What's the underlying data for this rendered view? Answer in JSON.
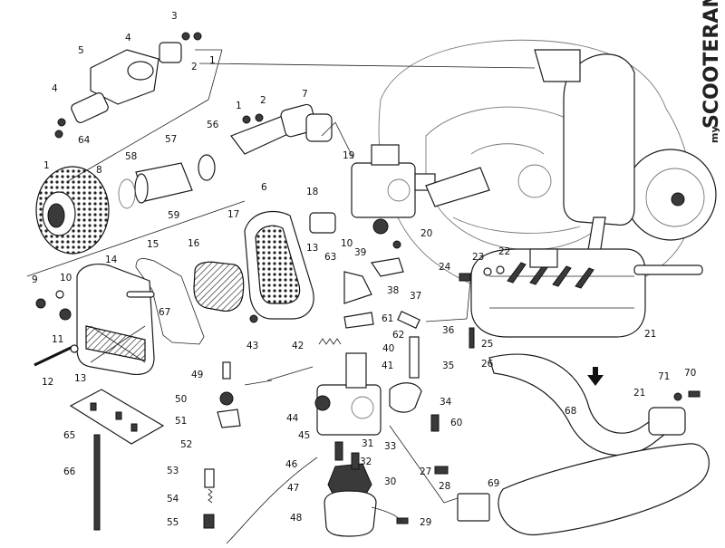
{
  "watermark": {
    "prefix": "my",
    "name": "SCOOTERAMA"
  },
  "callouts": [
    "1",
    "2",
    "3",
    "4",
    "5",
    "6",
    "7",
    "8",
    "9",
    "10",
    "11",
    "12",
    "13",
    "14",
    "15",
    "16",
    "17",
    "18",
    "19",
    "20",
    "21",
    "22",
    "23",
    "24",
    "25",
    "26",
    "27",
    "28",
    "29",
    "30",
    "31",
    "32",
    "33",
    "34",
    "35",
    "36",
    "37",
    "38",
    "39",
    "40",
    "41",
    "42",
    "43",
    "44",
    "45",
    "46",
    "47",
    "48",
    "49",
    "50",
    "51",
    "52",
    "53",
    "54",
    "55",
    "56",
    "57",
    "58",
    "59",
    "60",
    "61",
    "62",
    "63",
    "64",
    "65",
    "66",
    "67",
    "68",
    "69",
    "70",
    "71"
  ],
  "colors": {
    "ink": "#1a1a1a",
    "paper": "#ffffff",
    "shade": "#3a3a3a"
  },
  "icons": {
    "arrow": "down-arrow-icon"
  }
}
